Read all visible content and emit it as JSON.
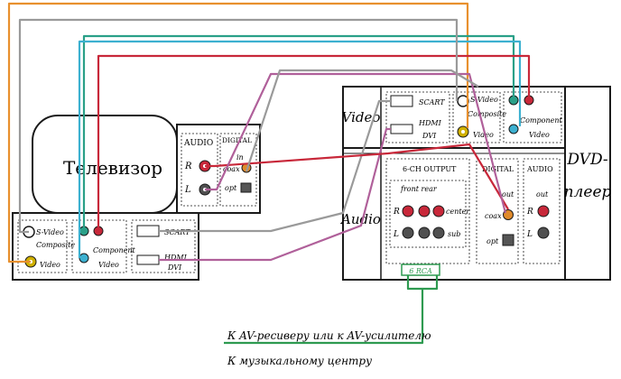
{
  "tv": {
    "name": "Телевизор",
    "audio_label": "AUDIO",
    "digital_label": "DIGITAL",
    "in_label": "in",
    "coax_label": "coax",
    "opt_label": "opt",
    "r_label": "R",
    "l_label": "L",
    "svideo_label": "S-Video",
    "composite_label": "Composite",
    "video_label": "Video",
    "component_label": "Component",
    "component_video_label": "Video",
    "scart_label": "SCART",
    "hdmi_label": "HDMI",
    "dvi_label": "DVI"
  },
  "dvd": {
    "name_line1": "DVD-",
    "name_line2": "плеер",
    "video_section": "Video",
    "audio_section": "Audio",
    "scart_label": "SCART",
    "hdmi_label": "HDMI",
    "dvi_label": "DVI",
    "svideo_label": "S-Video",
    "composite_label": "Composite",
    "composite_video_label": "Video",
    "component_label": "Component",
    "component_video_label": "Video",
    "six_ch_label": "6-CH OUTPUT",
    "front_rear_label": "front rear",
    "center_label": "center",
    "sub_label": "sub",
    "r_label": "R",
    "l_label": "L",
    "digital_label": "DIGITAL",
    "out_label": "out",
    "coax_label": "coax",
    "opt_label": "opt",
    "audio_label": "AUDIO",
    "audio_out_label": "out",
    "six_rca_label": "6 RCA"
  },
  "captions": {
    "av_receiver": "К AV-ресиверу или к AV-усилителю",
    "music_center": "К музыкальному центру"
  },
  "colors": {
    "orange": "#e8902e",
    "teal": "#2aa088",
    "cyan": "#3cb0d0",
    "red": "#c8283a",
    "gray": "#9a9a9a",
    "purple": "#b0609a",
    "green": "#2e9a50"
  }
}
